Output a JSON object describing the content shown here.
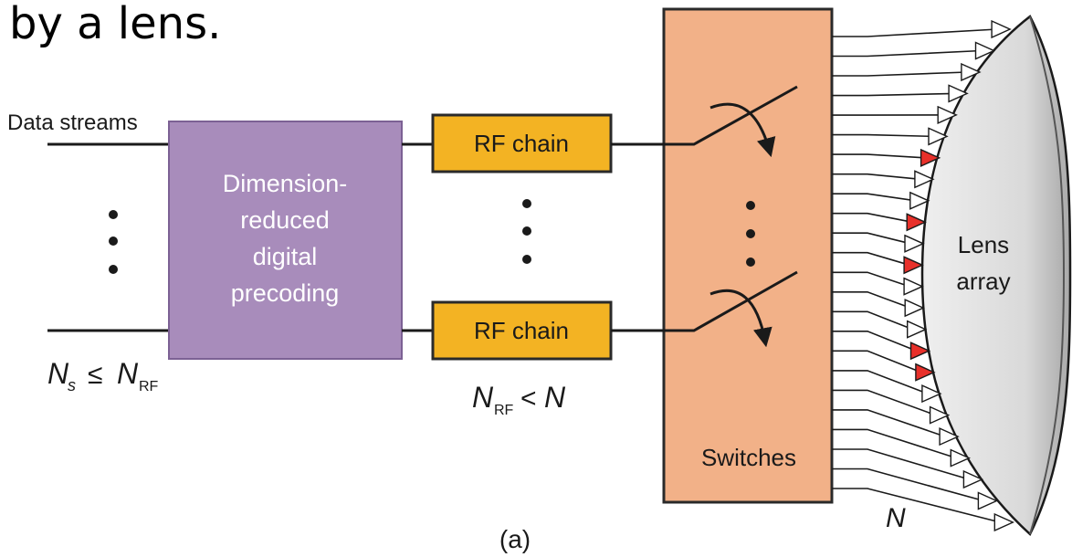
{
  "heading_text": "by a lens.",
  "labels": {
    "data_streams": "Data streams",
    "dsp_line1": "Dimension-",
    "dsp_line2": "reduced",
    "dsp_line3": "digital",
    "dsp_line4": "precoding",
    "rf_chain_top": "RF chain",
    "rf_chain_bottom": "RF chain",
    "switches": "Switches",
    "lens_line1": "Lens",
    "lens_line2": "array",
    "ns_main": "N",
    "ns_sub": "s",
    "ns_rel": "≤",
    "ns_rhs": "N",
    "ns_rhs_sub": "RF",
    "nrf_main": "N",
    "nrf_sub": "RF",
    "nrf_rel": "<",
    "nrf_rhs": "N",
    "n_count": "N",
    "caption": "(a)"
  },
  "colors": {
    "dsp_fill": "#a88cbb",
    "dsp_border": "#7c6194",
    "rf_fill": "#f3b323",
    "rf_border": "#2a2a2a",
    "switch_fill": "#f2b188",
    "switch_border": "#2a2a2a",
    "lens_fill": "#dcdcdc",
    "antenna_active": "#e8302a",
    "antenna_idle": "#ffffff",
    "dsp_text": "#ffffff",
    "text": "#1a1a1a"
  }
}
